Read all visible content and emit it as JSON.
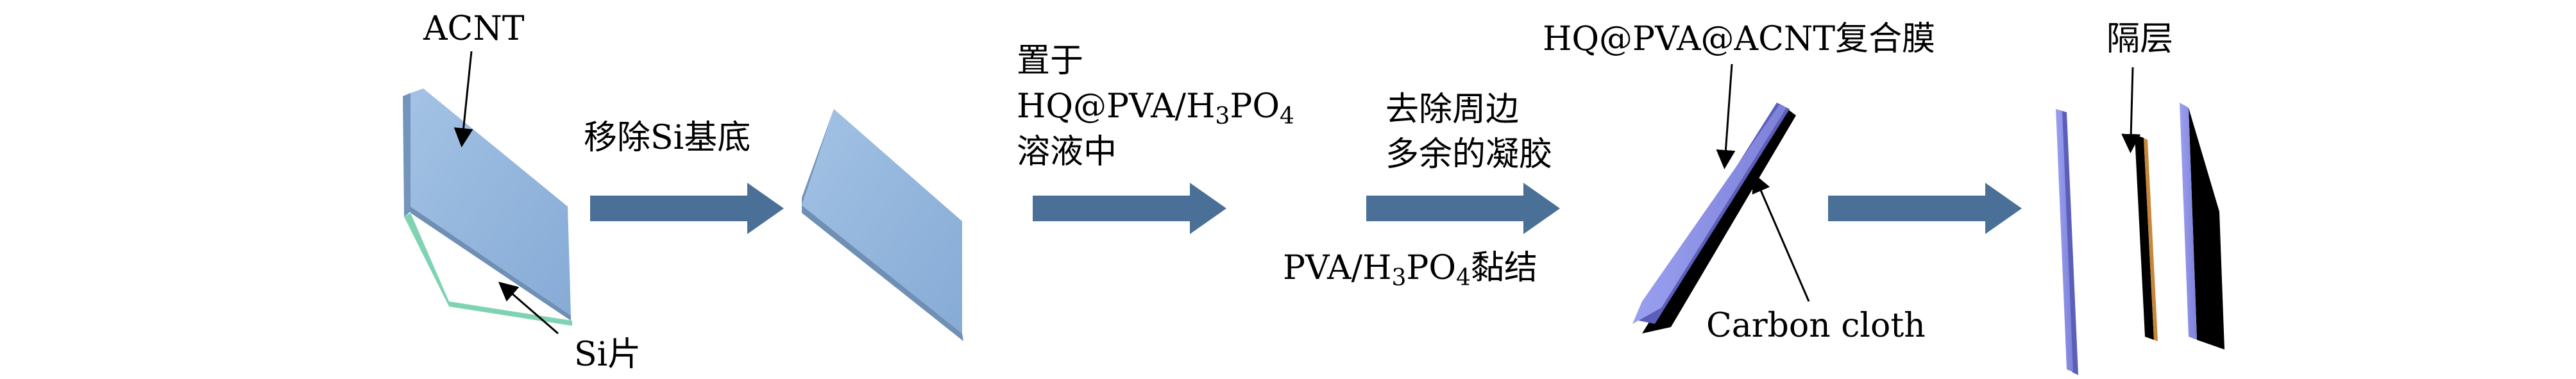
{
  "labels": {
    "acnt": "ACNT",
    "si_piece": "Si片",
    "remove_si": "移除Si基底",
    "place_in_1": "置于",
    "place_in_2_prefix": "HQ@PVA/H",
    "place_in_2_sub1": "3",
    "place_in_2_mid": "PO",
    "place_in_2_sub2": "4",
    "place_in_3": "溶液中",
    "remove_gel_1": "去除周边",
    "remove_gel_2": "多余的凝胶",
    "bond_prefix": "PVA/H",
    "bond_sub1": "3",
    "bond_mid": "PO",
    "bond_sub2": "4",
    "bond_suffix": "黏结",
    "composite": "HQ@PVA@ACNT复合膜",
    "carbon_cloth": "Carbon cloth",
    "separator": "隔层"
  },
  "colors": {
    "film_blue": "#8fb4dc",
    "film_edge": "#6f8fb5",
    "si_green": "#7fd3b2",
    "arrow": "#4a7097",
    "purple_face": "#8a8ee6",
    "purple_edge": "#5b5fb8",
    "black": "#000000",
    "orange": "#c8863a"
  }
}
